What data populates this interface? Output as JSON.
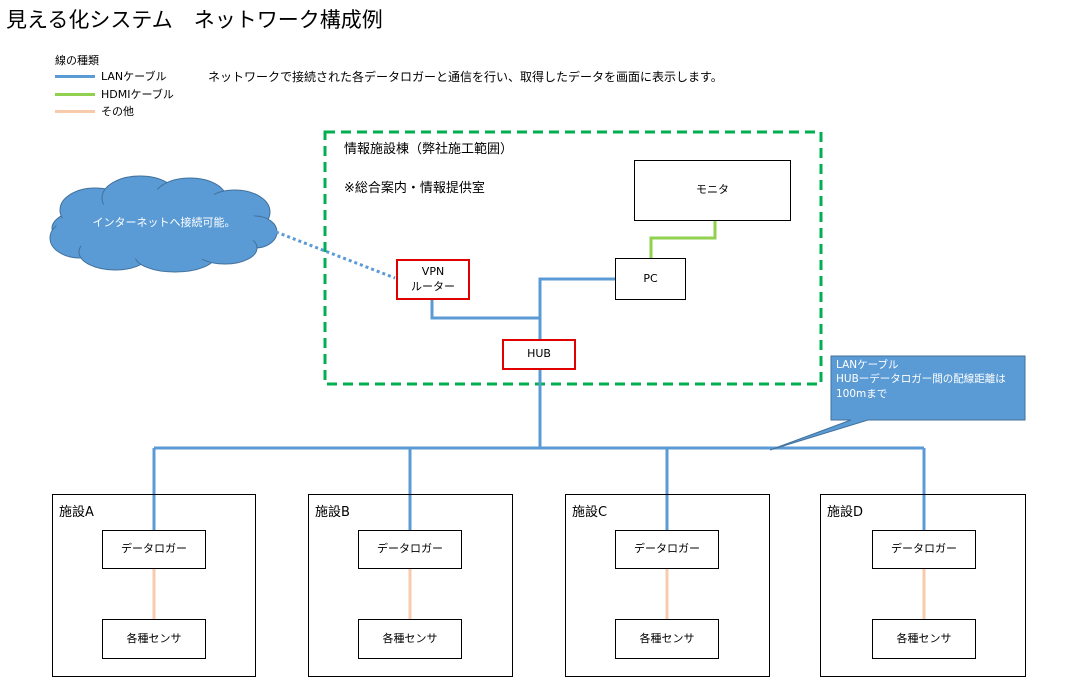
{
  "title": "見える化システム　ネットワーク構成例",
  "legend": {
    "heading": "線の種類",
    "items": [
      {
        "label": "LANケーブル",
        "color": "#5b9bd5"
      },
      {
        "label": "HDMIケーブル",
        "color": "#92d050"
      },
      {
        "label": "その他",
        "color": "#f8cbad"
      }
    ]
  },
  "description": "ネットワークで接続された各データロガーと通信を行い、取得したデータを画面に表示します。",
  "zone": {
    "title": "情報施設棟（弊社施工範囲）",
    "subtitle": "※総合案内・情報提供室",
    "border_color": "#00b050"
  },
  "cloud": {
    "text": "インターネットへ接続可能。",
    "color": "#5b9bd5"
  },
  "nodes": {
    "monitor": "モニタ",
    "pc": "PC",
    "vpn_line1": "VPN",
    "vpn_line2": "ルーター",
    "hub": "HUB"
  },
  "callout": {
    "line1": "LANケーブル",
    "line2": "HUBーデータロガー間の配線距離は",
    "line3": "100mまで",
    "color": "#5b9bd5"
  },
  "facilities": [
    {
      "name": "施設A",
      "logger": "データロガー",
      "sensor": "各種センサ"
    },
    {
      "name": "施設B",
      "logger": "データロガー",
      "sensor": "各種センサ"
    },
    {
      "name": "施設C",
      "logger": "データロガー",
      "sensor": "各種センサ"
    },
    {
      "name": "施設D",
      "logger": "データロガー",
      "sensor": "各種センサ"
    }
  ]
}
